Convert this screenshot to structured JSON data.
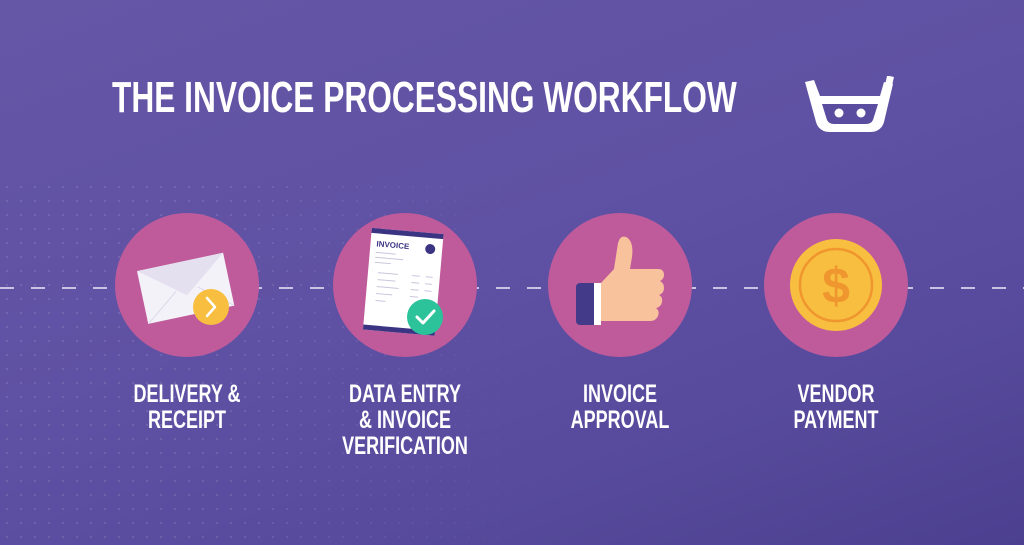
{
  "title": "THE INVOICE PROCESSING WORKFLOW",
  "logo": {
    "icon": "basket-robot-logo-icon"
  },
  "colors": {
    "background": "#5f51a3",
    "circle": "#c05b9b",
    "accent_yellow": "#f7be3f",
    "accent_green": "#2cc39a",
    "navy": "#3b3483",
    "skin": "#f8c29c",
    "coin_orange": "#f0962f"
  },
  "steps": [
    {
      "label_line1": "DELIVERY &",
      "label_line2": "RECEIPT",
      "label_line3": "",
      "icon": "envelope-arrow-icon"
    },
    {
      "label_line1": "DATA ENTRY",
      "label_line2": "& INVOICE",
      "label_line3": "VERIFICATION",
      "icon": "invoice-check-icon",
      "doc_title": "INVOICE"
    },
    {
      "label_line1": "INVOICE",
      "label_line2": "APPROVAL",
      "label_line3": "",
      "icon": "thumbs-up-icon"
    },
    {
      "label_line1": "VENDOR",
      "label_line2": "PAYMENT",
      "label_line3": "",
      "icon": "dollar-coin-icon",
      "coin_symbol": "$"
    }
  ]
}
